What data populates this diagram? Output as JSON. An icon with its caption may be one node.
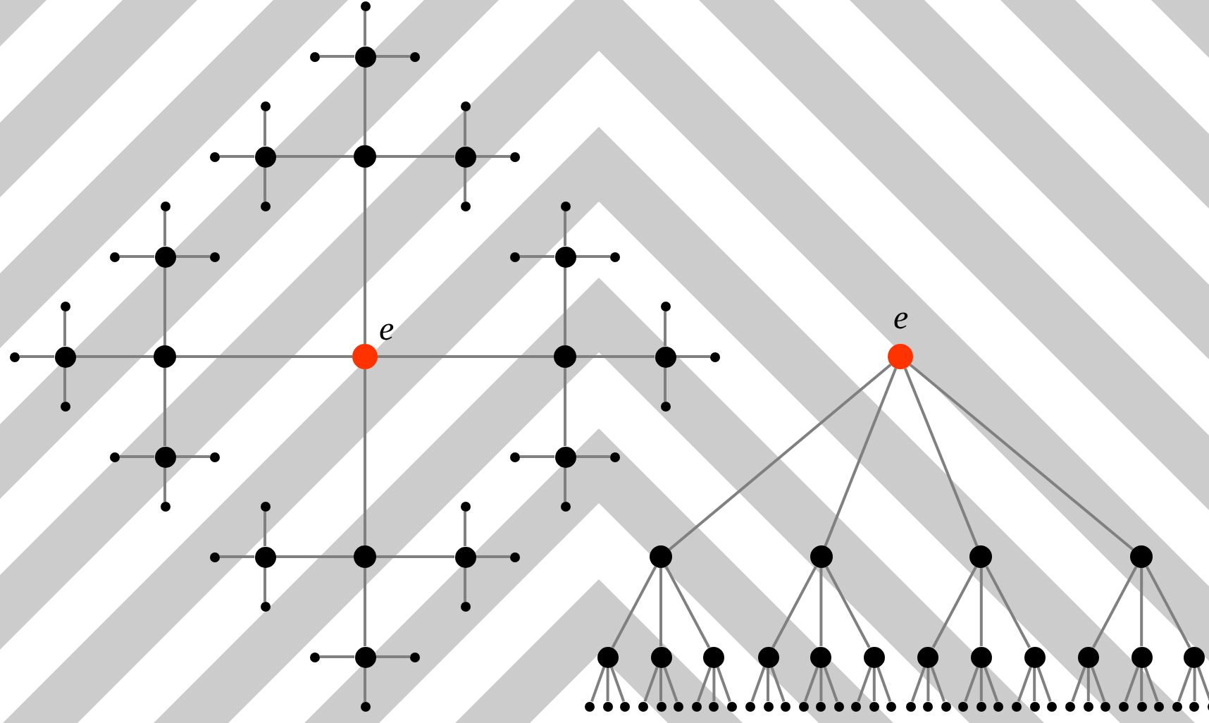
{
  "diagram": {
    "nodes": [
      {
        "text": [
          "e"
        ]
      },
      {
        "text": [],
        "shape": "circle"
      },
      {
        "text": [],
        "shape": "circle"
      },
      {
        "text": [],
        "shape": "circle"
      },
      {
        "text": [],
        "shape": "circle"
      },
      {
        "text": [],
        "shape": "circle"
      },
      {
        "text": [],
        "shape": "circle"
      },
      {
        "text": [],
        "shape": "circle"
      },
      {
        "text": [],
        "shape": "circle"
      },
      {
        "text": [],
        "shape": "circle"
      },
      {
        "text": [],
        "shape": "circle"
      },
      {
        "text": [],
        "shape": "circle"
      },
      {
        "text": [],
        "shape": "circle"
      },
      {
        "text": [],
        "shape": "circle"
      },
      {
        "text": [],
        "shape": "circle"
      },
      {
        "text": [],
        "shape": "circle"
      },
      {
        "text": [],
        "shape": "circle"
      },
      {
        "text": [],
        "shape": "circle"
      },
      {
        "text": [],
        "shape": "circle"
      },
      {
        "text": [],
        "shape": "circle"
      },
      {
        "text": [],
        "shape": "circle"
      },
      {
        "text": [],
        "shape": "circle"
      },
      {
        "text": [],
        "shape": "circle"
      },
      {
        "text": [],
        "shape": "circle"
      },
      {
        "text": [],
        "shape": "circle"
      },
      {
        "text": [],
        "shape": "circle"
      },
      {
        "text": [],
        "shape": "circle"
      },
      {
        "text": [],
        "shape": "circle"
      },
      {
        "text": [],
        "shape": "circle"
      },
      {
        "text": [],
        "shape": "circle"
      },
      {
        "text": [],
        "shape": "circle"
      },
      {
        "text": [],
        "shape": "circle"
      },
      {
        "text": [],
        "shape": "circle"
      },
      {
        "text": [],
        "shape": "circle"
      },
      {
        "text": [],
        "shape": "circle"
      },
      {
        "text": [],
        "shape": "circle"
      },
      {
        "text": [],
        "shape": "circle"
      },
      {
        "text": [],
        "shape": "circle"
      },
      {
        "text": [],
        "shape": "circle"
      },
      {
        "text": [],
        "shape": "circle"
      },
      {
        "text": [],
        "shape": "circle"
      },
      {
        "text": [],
        "shape": "circle"
      },
      {
        "text": [],
        "shape": "circle"
      },
      {
        "text": [],
        "shape": "circle"
      },
      {
        "text": [],
        "shape": "circle"
      },
      {
        "text": [],
        "shape": "circle"
      },
      {
        "text": [],
        "shape": "circle"
      },
      {
        "text": [],
        "shape": "circle"
      },
      {
        "text": [],
        "shape": "circle"
      },
      {
        "text": [],
        "shape": "circle"
      },
      {
        "text": [],
        "shape": "circle"
      },
      {
        "text": [],
        "shape": "circle"
      },
      {
        "text": [],
        "shape": "circle"
      },
      {
        "text": [
          "e"
        ]
      },
      {
        "text": [],
        "shape": "circle"
      },
      {
        "text": [],
        "shape": "circle"
      },
      {
        "text": [],
        "shape": "circle"
      },
      {
        "text": [],
        "shape": "circle"
      },
      {
        "text": [],
        "shape": "circle"
      },
      {
        "text": [],
        "shape": "circle"
      },
      {
        "text": [],
        "shape": "circle"
      },
      {
        "text": [],
        "shape": "circle"
      },
      {
        "text": [],
        "shape": "circle"
      },
      {
        "text": [],
        "shape": "circle"
      },
      {
        "text": [],
        "shape": "circle"
      },
      {
        "text": [],
        "shape": "circle"
      },
      {
        "text": [],
        "shape": "circle"
      },
      {
        "text": [],
        "shape": "circle"
      },
      {
        "text": [],
        "shape": "circle"
      },
      {
        "text": [],
        "shape": "circle"
      },
      {
        "text": [],
        "shape": "circle"
      },
      {
        "text": [],
        "shape": "circle"
      },
      {
        "text": [],
        "shape": "circle"
      },
      {
        "text": [],
        "shape": "circle"
      },
      {
        "text": [],
        "shape": "circle"
      },
      {
        "text": [],
        "shape": "circle"
      },
      {
        "text": [],
        "shape": "circle"
      },
      {
        "text": [],
        "shape": "circle"
      },
      {
        "text": [],
        "shape": "circle"
      },
      {
        "text": [],
        "shape": "circle"
      },
      {
        "text": [],
        "shape": "circle"
      },
      {
        "text": [],
        "shape": "circle"
      },
      {
        "text": [],
        "shape": "circle"
      },
      {
        "text": [],
        "shape": "circle"
      },
      {
        "text": [],
        "shape": "circle"
      },
      {
        "text": [],
        "shape": "circle"
      },
      {
        "text": [],
        "shape": "circle"
      },
      {
        "text": [],
        "shape": "circle"
      },
      {
        "text": [],
        "shape": "circle"
      },
      {
        "text": [],
        "shape": "circle"
      },
      {
        "text": [],
        "shape": "circle"
      },
      {
        "text": [],
        "shape": "circle"
      },
      {
        "text": [],
        "shape": "circle"
      },
      {
        "text": [],
        "shape": "circle"
      },
      {
        "text": [],
        "shape": "circle"
      },
      {
        "text": [],
        "shape": "circle"
      },
      {
        "text": [],
        "shape": "circle"
      },
      {
        "text": [],
        "shape": "circle"
      },
      {
        "text": [],
        "shape": "circle"
      },
      {
        "text": [],
        "shape": "circle"
      },
      {
        "text": [],
        "shape": "circle"
      },
      {
        "text": [],
        "shape": "circle"
      },
      {
        "text": [],
        "shape": "circle"
      },
      {
        "text": [],
        "shape": "circle"
      },
      {
        "text": [],
        "shape": "circle"
      },
      {
        "text": [],
        "shape": "circle"
      }
    ],
    "edges": [
      {
        "from": 0,
        "to": 1,
        "arrow": "none"
      },
      {
        "from": 0,
        "to": 2,
        "arrow": "none"
      },
      {
        "from": 0,
        "to": 3,
        "arrow": "none"
      },
      {
        "from": 0,
        "to": 4,
        "arrow": "none"
      },
      {
        "from": 1,
        "to": 5,
        "arrow": "none"
      },
      {
        "from": 1,
        "to": 6,
        "arrow": "none"
      },
      {
        "from": 1,
        "to": 7,
        "arrow": "none"
      },
      {
        "from": 2,
        "to": 8,
        "arrow": "none"
      },
      {
        "from": 2,
        "to": 9,
        "arrow": "none"
      },
      {
        "from": 2,
        "to": 10,
        "arrow": "none"
      },
      {
        "from": 3,
        "to": 11,
        "arrow": "none"
      },
      {
        "from": 3,
        "to": 12,
        "arrow": "none"
      },
      {
        "from": 3,
        "to": 13,
        "arrow": "none"
      },
      {
        "from": 4,
        "to": 14,
        "arrow": "none"
      },
      {
        "from": 4,
        "to": 15,
        "arrow": "none"
      },
      {
        "from": 4,
        "to": 16,
        "arrow": "none"
      },
      {
        "from": 5,
        "to": 17,
        "arrow": "none"
      },
      {
        "from": 5,
        "to": 18,
        "arrow": "none"
      },
      {
        "from": 5,
        "to": 19,
        "arrow": "none"
      },
      {
        "from": 6,
        "to": 20,
        "arrow": "none"
      },
      {
        "from": 6,
        "to": 21,
        "arrow": "none"
      },
      {
        "from": 6,
        "to": 22,
        "arrow": "none"
      },
      {
        "from": 7,
        "to": 23,
        "arrow": "none"
      },
      {
        "from": 7,
        "to": 24,
        "arrow": "none"
      },
      {
        "from": 7,
        "to": 25,
        "arrow": "none"
      },
      {
        "from": 8,
        "to": 26,
        "arrow": "none"
      },
      {
        "from": 8,
        "to": 27,
        "arrow": "none"
      },
      {
        "from": 8,
        "to": 28,
        "arrow": "none"
      },
      {
        "from": 9,
        "to": 29,
        "arrow": "none"
      },
      {
        "from": 9,
        "to": 30,
        "arrow": "none"
      },
      {
        "from": 9,
        "to": 31,
        "arrow": "none"
      },
      {
        "from": 10,
        "to": 32,
        "arrow": "none"
      },
      {
        "from": 10,
        "to": 33,
        "arrow": "none"
      },
      {
        "from": 10,
        "to": 34,
        "arrow": "none"
      },
      {
        "from": 11,
        "to": 35,
        "arrow": "none"
      },
      {
        "from": 11,
        "to": 36,
        "arrow": "none"
      },
      {
        "from": 11,
        "to": 37,
        "arrow": "none"
      },
      {
        "from": 12,
        "to": 38,
        "arrow": "none"
      },
      {
        "from": 12,
        "to": 39,
        "arrow": "none"
      },
      {
        "from": 12,
        "to": 40,
        "arrow": "none"
      },
      {
        "from": 13,
        "to": 41,
        "arrow": "none"
      },
      {
        "from": 13,
        "to": 42,
        "arrow": "none"
      },
      {
        "from": 13,
        "to": 43,
        "arrow": "none"
      },
      {
        "from": 14,
        "to": 44,
        "arrow": "none"
      },
      {
        "from": 14,
        "to": 45,
        "arrow": "none"
      },
      {
        "from": 14,
        "to": 46,
        "arrow": "none"
      },
      {
        "from": 15,
        "to": 47,
        "arrow": "none"
      },
      {
        "from": 15,
        "to": 48,
        "arrow": "none"
      },
      {
        "from": 15,
        "to": 49,
        "arrow": "none"
      },
      {
        "from": 16,
        "to": 50,
        "arrow": "none"
      },
      {
        "from": 16,
        "to": 51,
        "arrow": "none"
      },
      {
        "from": 16,
        "to": 52,
        "arrow": "none"
      },
      {
        "from": 53,
        "to": 54,
        "arrow": "none"
      },
      {
        "from": 53,
        "to": 55,
        "arrow": "none"
      },
      {
        "from": 53,
        "to": 56,
        "arrow": "none"
      },
      {
        "from": 53,
        "to": 57,
        "arrow": "none"
      },
      {
        "from": 54,
        "to": 58,
        "arrow": "none"
      },
      {
        "from": 54,
        "to": 59,
        "arrow": "none"
      },
      {
        "from": 54,
        "to": 60,
        "arrow": "none"
      },
      {
        "from": 55,
        "to": 61,
        "arrow": "none"
      },
      {
        "from": 55,
        "to": 62,
        "arrow": "none"
      },
      {
        "from": 55,
        "to": 63,
        "arrow": "none"
      },
      {
        "from": 56,
        "to": 64,
        "arrow": "none"
      },
      {
        "from": 56,
        "to": 65,
        "arrow": "none"
      },
      {
        "from": 56,
        "to": 66,
        "arrow": "none"
      },
      {
        "from": 57,
        "to": 67,
        "arrow": "none"
      },
      {
        "from": 57,
        "to": 68,
        "arrow": "none"
      },
      {
        "from": 57,
        "to": 69,
        "arrow": "none"
      },
      {
        "from": 58,
        "to": 70,
        "arrow": "none"
      },
      {
        "from": 58,
        "to": 71,
        "arrow": "none"
      },
      {
        "from": 58,
        "to": 72,
        "arrow": "none"
      },
      {
        "from": 59,
        "to": 73,
        "arrow": "none"
      },
      {
        "from": 59,
        "to": 74,
        "arrow": "none"
      },
      {
        "from": 59,
        "to": 75,
        "arrow": "none"
      },
      {
        "from": 60,
        "to": 76,
        "arrow": "none"
      },
      {
        "from": 60,
        "to": 77,
        "arrow": "none"
      },
      {
        "from": 60,
        "to": 78,
        "arrow": "none"
      },
      {
        "from": 61,
        "to": 79,
        "arrow": "none"
      },
      {
        "from": 61,
        "to": 80,
        "arrow": "none"
      },
      {
        "from": 61,
        "to": 81,
        "arrow": "none"
      },
      {
        "from": 62,
        "to": 82,
        "arrow": "none"
      },
      {
        "from": 62,
        "to": 83,
        "arrow": "none"
      },
      {
        "from": 62,
        "to": 84,
        "arrow": "none"
      },
      {
        "from": 63,
        "to": 85,
        "arrow": "none"
      },
      {
        "from": 63,
        "to": 86,
        "arrow": "none"
      },
      {
        "from": 63,
        "to": 87,
        "arrow": "none"
      },
      {
        "from": 64,
        "to": 88,
        "arrow": "none"
      },
      {
        "from": 64,
        "to": 89,
        "arrow": "none"
      },
      {
        "from": 64,
        "to": 90,
        "arrow": "none"
      },
      {
        "from": 65,
        "to": 91,
        "arrow": "none"
      },
      {
        "from": 65,
        "to": 92,
        "arrow": "none"
      },
      {
        "from": 65,
        "to": 93,
        "arrow": "none"
      },
      {
        "from": 66,
        "to": 94,
        "arrow": "none"
      },
      {
        "from": 66,
        "to": 95,
        "arrow": "none"
      },
      {
        "from": 66,
        "to": 96,
        "arrow": "none"
      },
      {
        "from": 67,
        "to": 97,
        "arrow": "none"
      },
      {
        "from": 67,
        "to": 98,
        "arrow": "none"
      },
      {
        "from": 67,
        "to": 99,
        "arrow": "none"
      },
      {
        "from": 68,
        "to": 100,
        "arrow": "none"
      },
      {
        "from": 68,
        "to": 101,
        "arrow": "none"
      },
      {
        "from": 68,
        "to": 102,
        "arrow": "none"
      },
      {
        "from": 69,
        "to": 103,
        "arrow": "none"
      },
      {
        "from": 69,
        "to": 104,
        "arrow": "none"
      },
      {
        "from": 69,
        "to": 105,
        "arrow": "none"
      }
    ]
  }
}
